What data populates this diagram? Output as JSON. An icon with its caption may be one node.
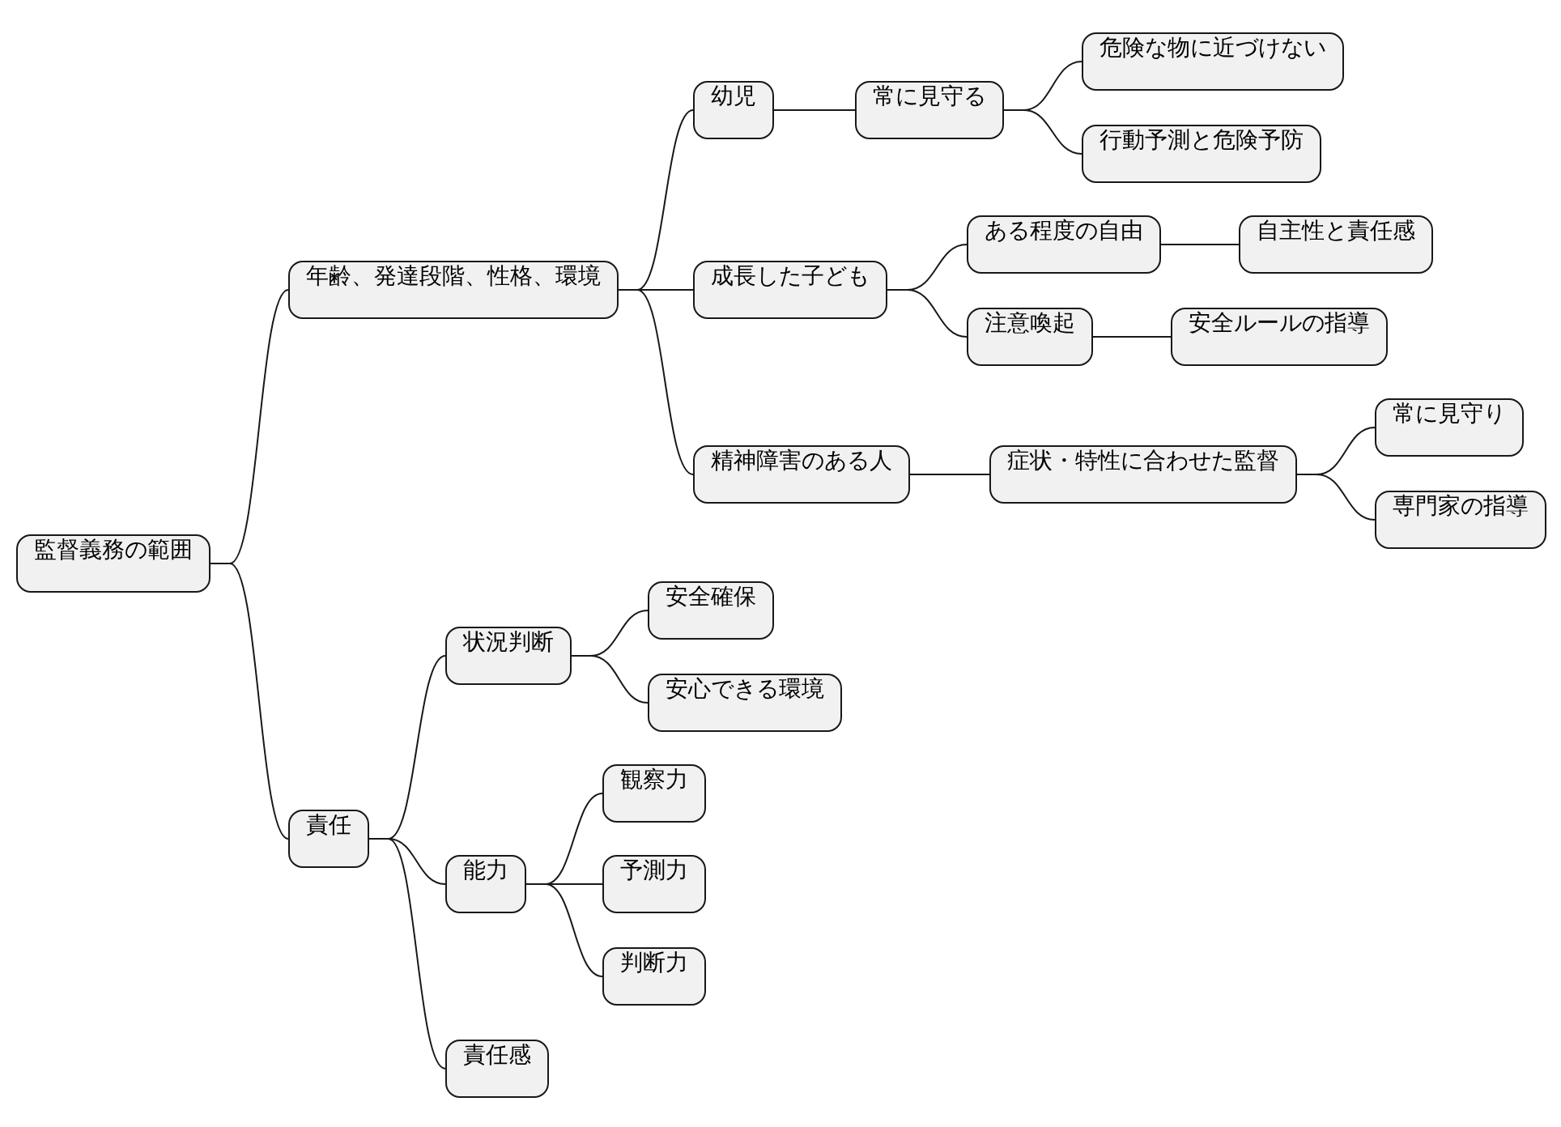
{
  "diagram": {
    "nodes": [
      {
        "text": [
          "監督義務の範囲"
        ]
      },
      {
        "text": [
          "年齢、発達段階、性格、環境"
        ]
      },
      {
        "text": [
          "幼児"
        ]
      },
      {
        "text": [
          "常に見守る"
        ]
      },
      {
        "text": [
          "危険な物に近づけない"
        ]
      },
      {
        "text": [
          "行動予測と危険予防"
        ]
      },
      {
        "text": [
          "成長した子ども"
        ]
      },
      {
        "text": [
          "ある程度の自由"
        ]
      },
      {
        "text": [
          "自主性と責任感"
        ]
      },
      {
        "text": [
          "注意喚起"
        ]
      },
      {
        "text": [
          "安全ルールの指導"
        ]
      },
      {
        "text": [
          "精神障害のある人"
        ]
      },
      {
        "text": [
          "症状・特性に合わせた監督"
        ]
      },
      {
        "text": [
          "常に見守り"
        ]
      },
      {
        "text": [
          "専門家の指導"
        ]
      },
      {
        "text": [
          "責任"
        ]
      },
      {
        "text": [
          "状況判断"
        ]
      },
      {
        "text": [
          "安全確保"
        ]
      },
      {
        "text": [
          "安心できる環境"
        ]
      },
      {
        "text": [
          "能力"
        ]
      },
      {
        "text": [
          "観察力"
        ]
      },
      {
        "text": [
          "予測力"
        ]
      },
      {
        "text": [
          "判断力"
        ]
      },
      {
        "text": [
          "責任感"
        ]
      }
    ],
    "edges": [
      {
        "from": 0,
        "to": 1,
        "arrow": "none"
      },
      {
        "from": 1,
        "to": 2,
        "arrow": "none"
      },
      {
        "from": 2,
        "to": 3,
        "arrow": "none"
      },
      {
        "from": 3,
        "to": 4,
        "arrow": "none"
      },
      {
        "from": 3,
        "to": 5,
        "arrow": "none"
      },
      {
        "from": 1,
        "to": 6,
        "arrow": "none"
      },
      {
        "from": 6,
        "to": 7,
        "arrow": "none"
      },
      {
        "from": 7,
        "to": 8,
        "arrow": "none"
      },
      {
        "from": 6,
        "to": 9,
        "arrow": "none"
      },
      {
        "from": 9,
        "to": 10,
        "arrow": "none"
      },
      {
        "from": 1,
        "to": 11,
        "arrow": "none"
      },
      {
        "from": 11,
        "to": 12,
        "arrow": "none"
      },
      {
        "from": 12,
        "to": 13,
        "arrow": "none"
      },
      {
        "from": 12,
        "to": 14,
        "arrow": "none"
      },
      {
        "from": 0,
        "to": 15,
        "arrow": "none"
      },
      {
        "from": 15,
        "to": 16,
        "arrow": "none"
      },
      {
        "from": 16,
        "to": 17,
        "arrow": "none"
      },
      {
        "from": 16,
        "to": 18,
        "arrow": "none"
      },
      {
        "from": 15,
        "to": 19,
        "arrow": "none"
      },
      {
        "from": 19,
        "to": 20,
        "arrow": "none"
      },
      {
        "from": 19,
        "to": 21,
        "arrow": "none"
      },
      {
        "from": 19,
        "to": 22,
        "arrow": "none"
      },
      {
        "from": 15,
        "to": 23,
        "arrow": "none"
      }
    ]
  }
}
